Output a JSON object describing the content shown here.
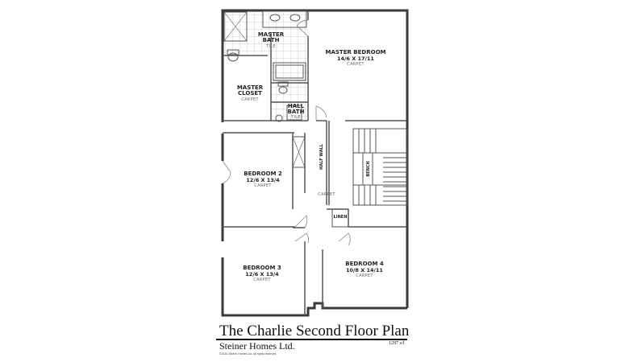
{
  "plan": {
    "title": "The Charlie Second Floor Plan",
    "builder": "Steiner Homes Ltd.",
    "copyright": "©2016 Steiner Homes Ltd. All rights reserved.",
    "square_feet": "1297 s/f"
  },
  "rooms": {
    "master_bath": {
      "name1": "MASTER",
      "name2": "BATH",
      "floor": "TILE"
    },
    "master_bedroom": {
      "name": "MASTER BEDROOM",
      "dims": "14/6 X 17/11",
      "floor": "CARPET"
    },
    "master_closet": {
      "name1": "MASTER",
      "name2": "CLOSET",
      "floor": "CARPET"
    },
    "hall_bath": {
      "name1": "HALL",
      "name2": "BATH",
      "floor": "TILE"
    },
    "bedroom2": {
      "name": "BEDROOM 2",
      "dims": "12/6 X 13/4",
      "floor": "CARPET"
    },
    "bedroom3": {
      "name": "BEDROOM 3",
      "dims": "12/6 X 13/4",
      "floor": "CARPET"
    },
    "bedroom4": {
      "name": "BEDROOM 4",
      "dims": "10/8 X 14/11",
      "floor": "CARPET"
    },
    "hall": {
      "floor": "CARPET"
    }
  },
  "labels": {
    "half_wall": "HALF WALL",
    "bench": "BENCH",
    "linen": "LINEN"
  },
  "colors": {
    "wall": "#3a3a3a",
    "line": "#555555",
    "tile": "#9a9a9a"
  }
}
